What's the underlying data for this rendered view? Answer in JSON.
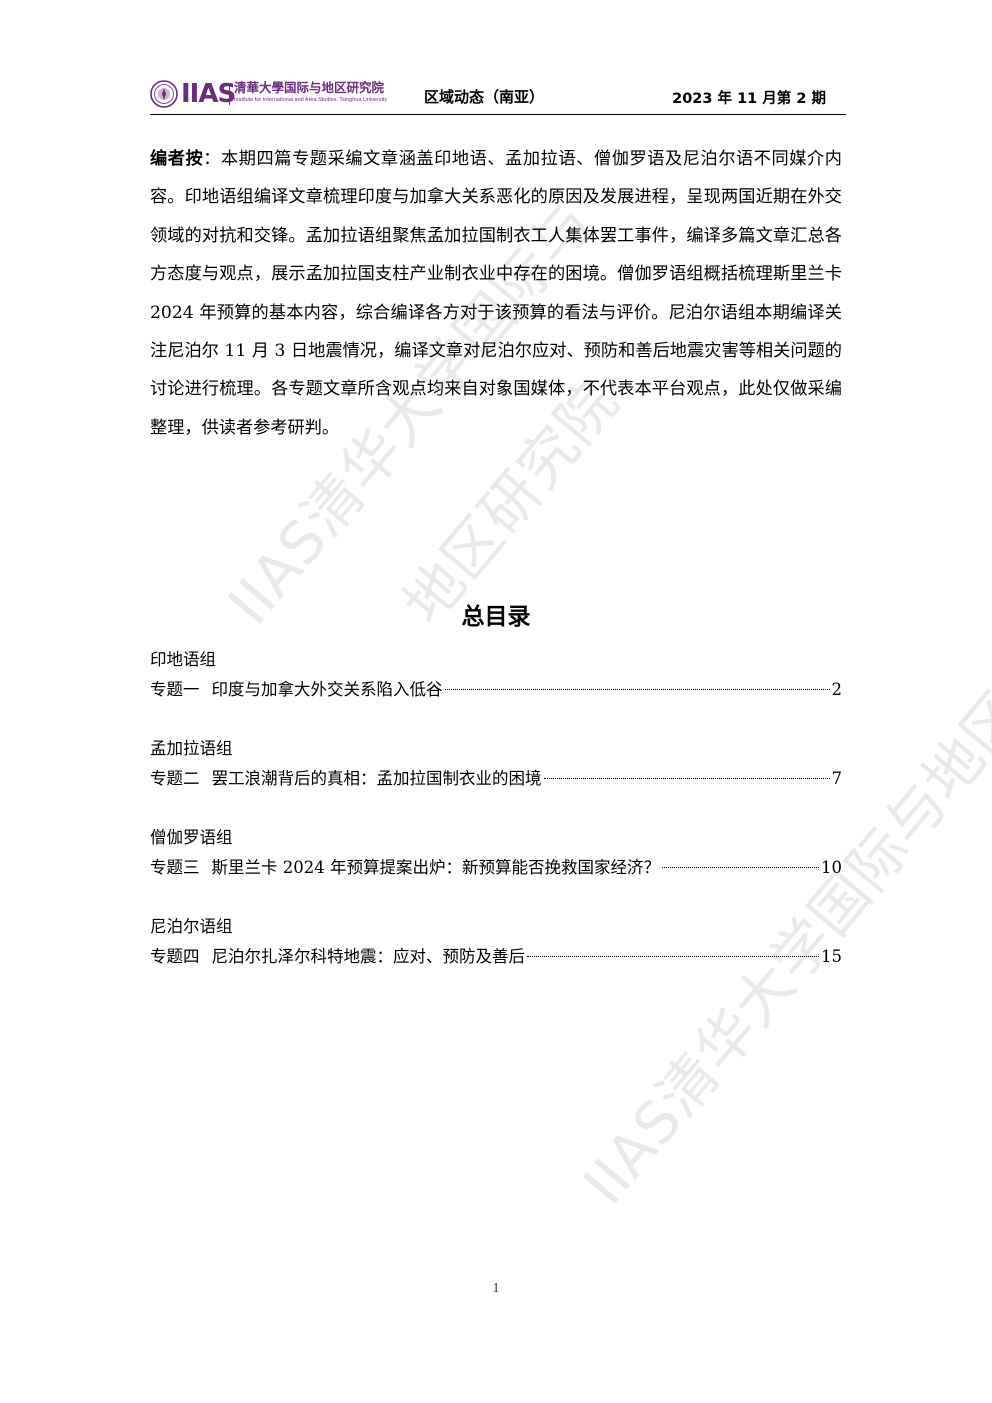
{
  "watermark": {
    "line1": "IIAS清华大学国际与",
    "line2": "地区研究院",
    "line3": "IIAS清华大学国际与地区研究院"
  },
  "header": {
    "logo_iias": "IIAS",
    "logo_cn": "清華大學国际与地区研究院",
    "logo_en": "Institute for International and Area Studies, Tsinghua University",
    "center": "区域动态（南亚）",
    "right": "2023 年 11 月第 2 期"
  },
  "editor_note": {
    "label": "编者按",
    "text": "：本期四篇专题采编文章涵盖印地语、孟加拉语、僧伽罗语及尼泊尔语不同媒介内容。印地语组编译文章梳理印度与加拿大关系恶化的原因及发展进程，呈现两国近期在外交领域的对抗和交锋。孟加拉语组聚焦孟加拉国制衣工人集体罢工事件，编译多篇文章汇总各方态度与观点，展示孟加拉国支柱产业制衣业中存在的困境。僧伽罗语组概括梳理斯里兰卡 2024 年预算的基本内容，综合编译各方对于该预算的看法与评价。尼泊尔语组本期编译关注尼泊尔 11 月 3 日地震情况，编译文章对尼泊尔应对、预防和善后地震灾害等相关问题的讨论进行梳理。各专题文章所含观点均来自对象国媒体，不代表本平台观点，此处仅做采编整理，供读者参考研判。"
  },
  "toc": {
    "title": "总目录",
    "groups": [
      {
        "name": "印地语组",
        "num": "专题一",
        "title": "印度与加拿大外交关系陷入低谷",
        "page": "2"
      },
      {
        "name": "孟加拉语组",
        "num": "专题二",
        "title": "罢工浪潮背后的真相：孟加拉国制衣业的困境",
        "page": "7"
      },
      {
        "name": "僧伽罗语组",
        "num": "专题三",
        "title": "斯里兰卡 2024 年预算提案出炉：新预算能否挽救国家经济？",
        "page": "10"
      },
      {
        "name": "尼泊尔语组",
        "num": "专题四",
        "title": "尼泊尔扎泽尔科特地震：应对、预防及善后",
        "page": "15"
      }
    ]
  },
  "footer": {
    "page_number": "1"
  },
  "colors": {
    "brand_purple": "#6a2c7f",
    "watermark": "#b4b4b4"
  }
}
